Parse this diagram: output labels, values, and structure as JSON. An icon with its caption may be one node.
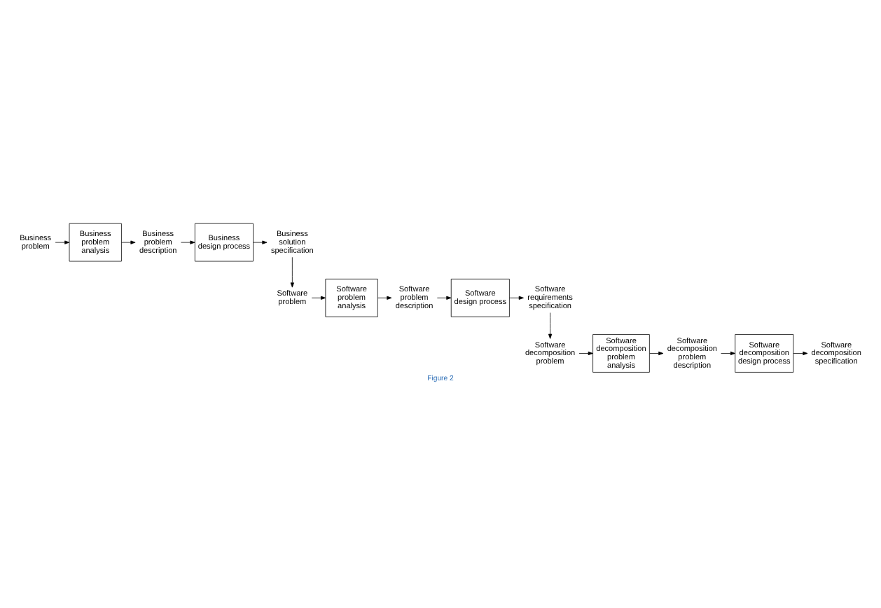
{
  "diagram": {
    "caption": "Figure 2",
    "nodes": [
      {
        "text": [
          "Business problem"
        ]
      },
      {
        "text": [
          "Business problem analysis"
        ]
      },
      {
        "text": [
          "Business problem description"
        ]
      },
      {
        "text": [
          "Business design process"
        ]
      },
      {
        "text": [
          "Business solution specification"
        ]
      },
      {
        "text": [
          "Software problem"
        ]
      },
      {
        "text": [
          "Software problem analysis"
        ]
      },
      {
        "text": [
          "Software problem description"
        ]
      },
      {
        "text": [
          "Software design process"
        ]
      },
      {
        "text": [
          "Software requirements specification"
        ]
      },
      {
        "text": [
          "Software decomposition problem"
        ]
      },
      {
        "text": [
          "Software decomposition problem analysis"
        ]
      },
      {
        "text": [
          "Software decomposition problem description"
        ]
      },
      {
        "text": [
          "Software decomposition design process"
        ]
      },
      {
        "text": [
          "Software decomposition specification"
        ]
      }
    ],
    "edges": [
      {
        "from": 0,
        "to": 1,
        "arrow": "to"
      },
      {
        "from": 1,
        "to": 2,
        "arrow": "to"
      },
      {
        "from": 2,
        "to": 3,
        "arrow": "to"
      },
      {
        "from": 3,
        "to": 4,
        "arrow": "to"
      },
      {
        "from": 4,
        "to": 5,
        "arrow": "to"
      },
      {
        "from": 5,
        "to": 6,
        "arrow": "to"
      },
      {
        "from": 6,
        "to": 7,
        "arrow": "to"
      },
      {
        "from": 7,
        "to": 8,
        "arrow": "to"
      },
      {
        "from": 8,
        "to": 9,
        "arrow": "to"
      },
      {
        "from": 9,
        "to": 10,
        "arrow": "to"
      },
      {
        "from": 10,
        "to": 11,
        "arrow": "to"
      },
      {
        "from": 11,
        "to": 12,
        "arrow": "to"
      },
      {
        "from": 12,
        "to": 13,
        "arrow": "to"
      },
      {
        "from": 13,
        "to": 14,
        "arrow": "to"
      }
    ]
  }
}
